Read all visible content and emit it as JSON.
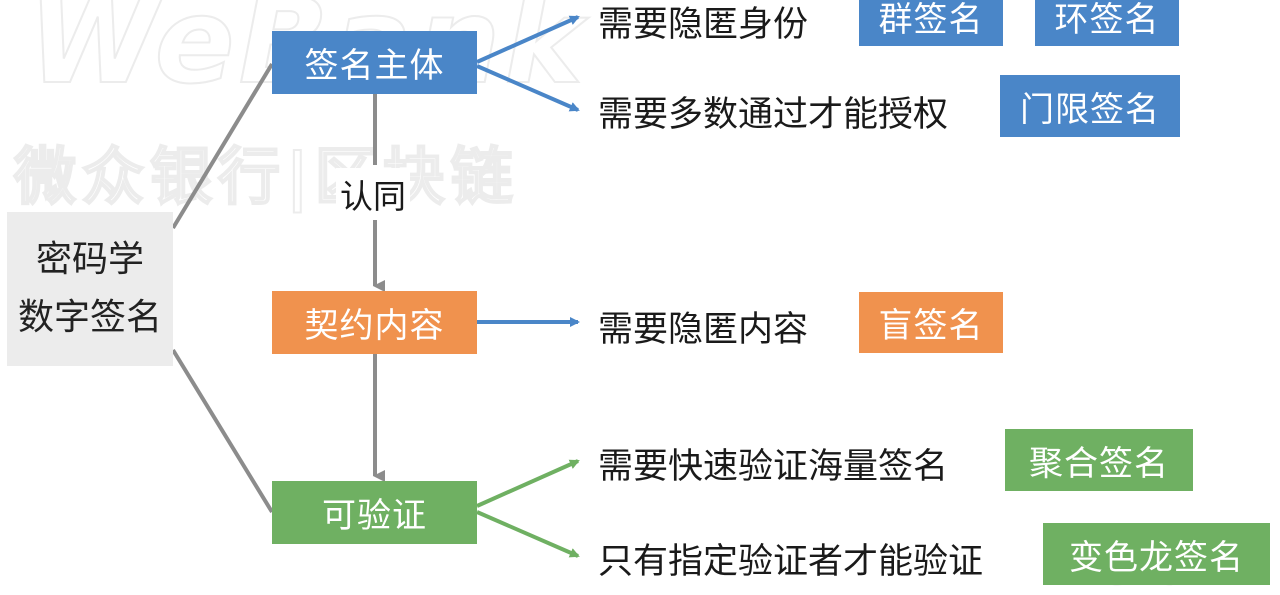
{
  "root": {
    "line1": "密码学",
    "line2": "数字签名"
  },
  "categories": {
    "signer": "签名主体",
    "content": "契约内容",
    "verifiable": "可验证"
  },
  "edge_label": "认同",
  "needs": {
    "hide_identity": "需要隐匿身份",
    "majority_auth": "需要多数通过才能授权",
    "hide_content": "需要隐匿内容",
    "fast_verify": "需要快速验证海量签名",
    "designated_verify": "只有指定验证者才能验证"
  },
  "schemes": {
    "group": "群签名",
    "ring": "环签名",
    "threshold": "门限签名",
    "blind": "盲签名",
    "aggregate": "聚合签名",
    "chameleon": "变色龙签名"
  },
  "colors": {
    "blue": "#4a86c8",
    "orange": "#f0924e",
    "green": "#6fb062",
    "gray": "#8c8c8c"
  }
}
